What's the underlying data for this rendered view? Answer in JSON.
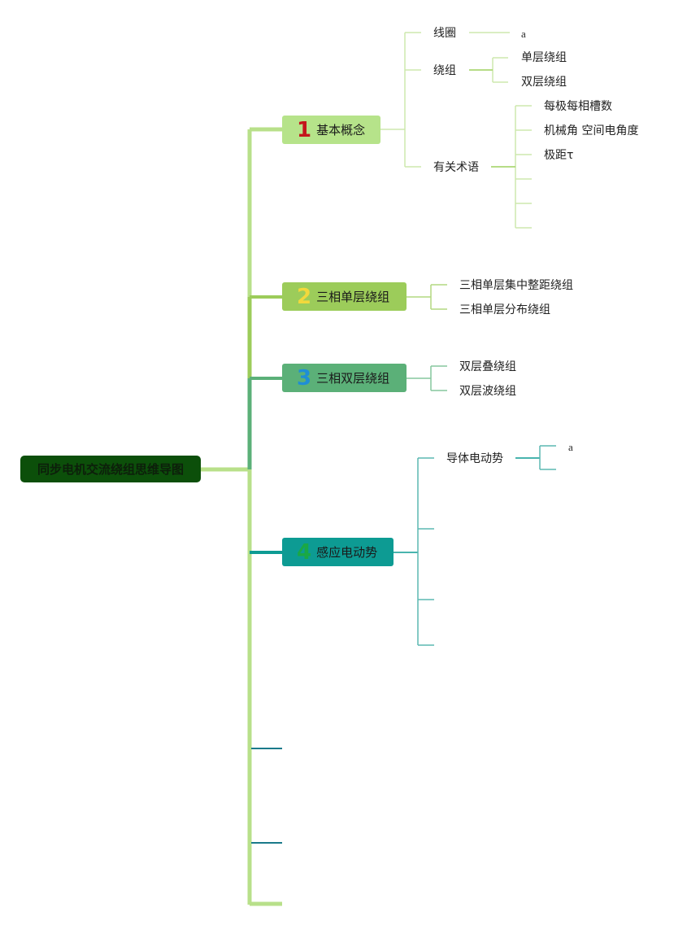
{
  "root": {
    "label": "同步电机交流绕组思维导图"
  },
  "colors": {
    "trunk": "#b8e08a",
    "b1_fill": "#b6e38a",
    "b1_num": "#c4161c",
    "b2_fill": "#9ccc5a",
    "b2_num": "#f2d83c",
    "b3_fill": "#5bb078",
    "b3_num": "#1f8ed6",
    "b4_fill": "#0d9b93",
    "b4_num": "#1aa845"
  },
  "branches": [
    {
      "num": "1",
      "label": "基本概念",
      "children": [
        {
          "label": "线圈",
          "children": [
            {
              "label": "a"
            }
          ]
        },
        {
          "label": "绕组",
          "children": [
            {
              "label": "单层绕组"
            },
            {
              "label": "双层绕组"
            }
          ]
        },
        {
          "label": "有关术语",
          "children": [
            {
              "label": "每极每相槽数"
            },
            {
              "label": "机械角 空间电角度"
            },
            {
              "label": "极距τ"
            }
          ]
        }
      ]
    },
    {
      "num": "2",
      "label": "三相单层绕组",
      "children": [
        {
          "label": "三相单层集中整距绕组"
        },
        {
          "label": "三相单层分布绕组"
        }
      ]
    },
    {
      "num": "3",
      "label": "三相双层绕组",
      "children": [
        {
          "label": "双层叠绕组"
        },
        {
          "label": "双层波绕组"
        }
      ]
    },
    {
      "num": "4",
      "label": "感应电动势",
      "children": [
        {
          "label": "导体电动势",
          "children": [
            {
              "label": "a"
            }
          ]
        }
      ]
    }
  ]
}
